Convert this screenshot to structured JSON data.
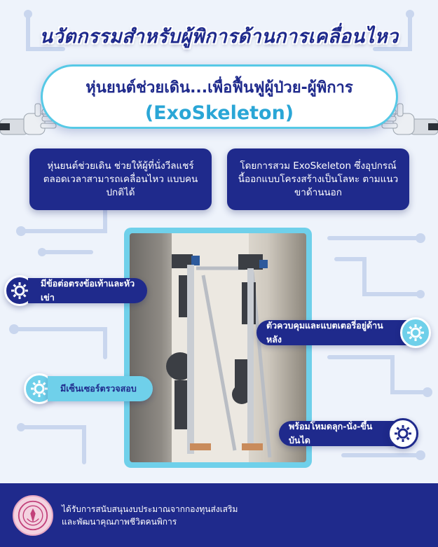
{
  "header": {
    "title": "นวัตกรรมสำหรับผู้พิการด้านการเคลื่อนไหว",
    "subtitle_line1": "หุ่นยนต์ช่วยเดิน...เพื่อฟื้นฟูผู้ป่วย-ผู้พิการ",
    "subtitle_line2": "(ExoSkeleton)"
  },
  "info": {
    "left": "หุ่นยนต์ช่วยเดิน ช่วยให้ผู้ที่นั่งวีลแชร์ ตลอดเวลาสามารถเคลื่อนไหว แบบคนปกติได้",
    "right": "โดยการสวม ExoSkeleton ซึ่งอุปกรณ์นี้ออกแบบโครงสร้างเป็นโลหะ ตามแนวขาด้านนอก"
  },
  "callouts": {
    "joint": "มีข้อต่อตรงข้อเท้าและหัวเข่า",
    "controller": "ตัวควบคุมและแบตเตอรี่อยู่ด้านหลัง",
    "sensor": "มีเซ็นเซอร์ตรวจสอบ",
    "modes": "พร้อมโหมดลุก-นั่ง-ขึ้นบันได"
  },
  "footer": {
    "line1": "ได้รับการสนับสนุนงบประมาณจากกองทุนส่งเสริม",
    "line2": "และพัฒนาคุณภาพชีวิตคนพิการ"
  },
  "icons": {
    "callout_icon": "gear-icon",
    "decor_left": "robot-hand-icon",
    "decor_right": "robot-hand-icon",
    "footer_logo": "seal-logo"
  },
  "colors": {
    "navy": "#1f2a8c",
    "cyan": "#6fd0ea",
    "background": "#eef3fb"
  }
}
